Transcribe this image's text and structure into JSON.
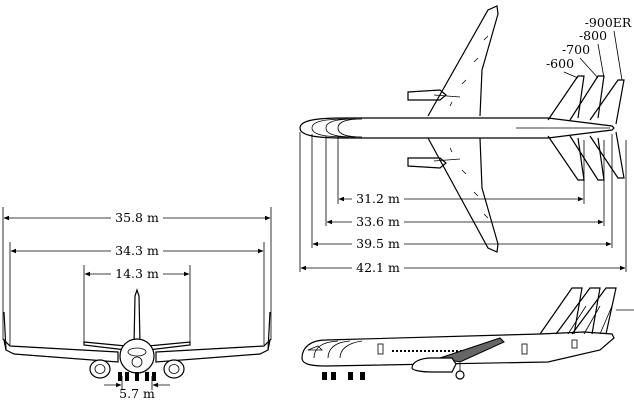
{
  "variants": [
    "-600",
    "-700",
    "-800",
    "-900ER"
  ],
  "front_view": {
    "wingspan_winglets": "35.8 m",
    "wingspan": "34.3 m",
    "tailplane_span": "14.3 m",
    "track": "5.7 m"
  },
  "top_view": {
    "lengths": [
      "31.2 m",
      "33.6 m",
      "39.5 m",
      "42.1 m"
    ]
  }
}
